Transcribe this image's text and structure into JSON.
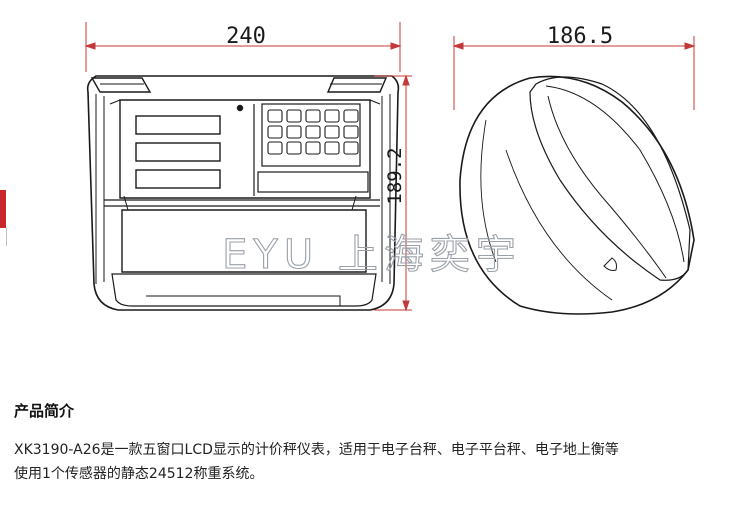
{
  "drawing": {
    "dim_width": "240",
    "dim_depth": "186.5",
    "dim_height": "189.2",
    "watermark": "EYU 上海奕宇",
    "accent_color": "#c9262c"
  },
  "intro": {
    "title": "产品简介",
    "line1": "XK3190-A26是一款五窗口LCD显示的计价秤仪表，适用于电子台秤、电子平台秤、电子地上衡等",
    "line2": "使用1个传感器的静态24512称重系统。"
  }
}
